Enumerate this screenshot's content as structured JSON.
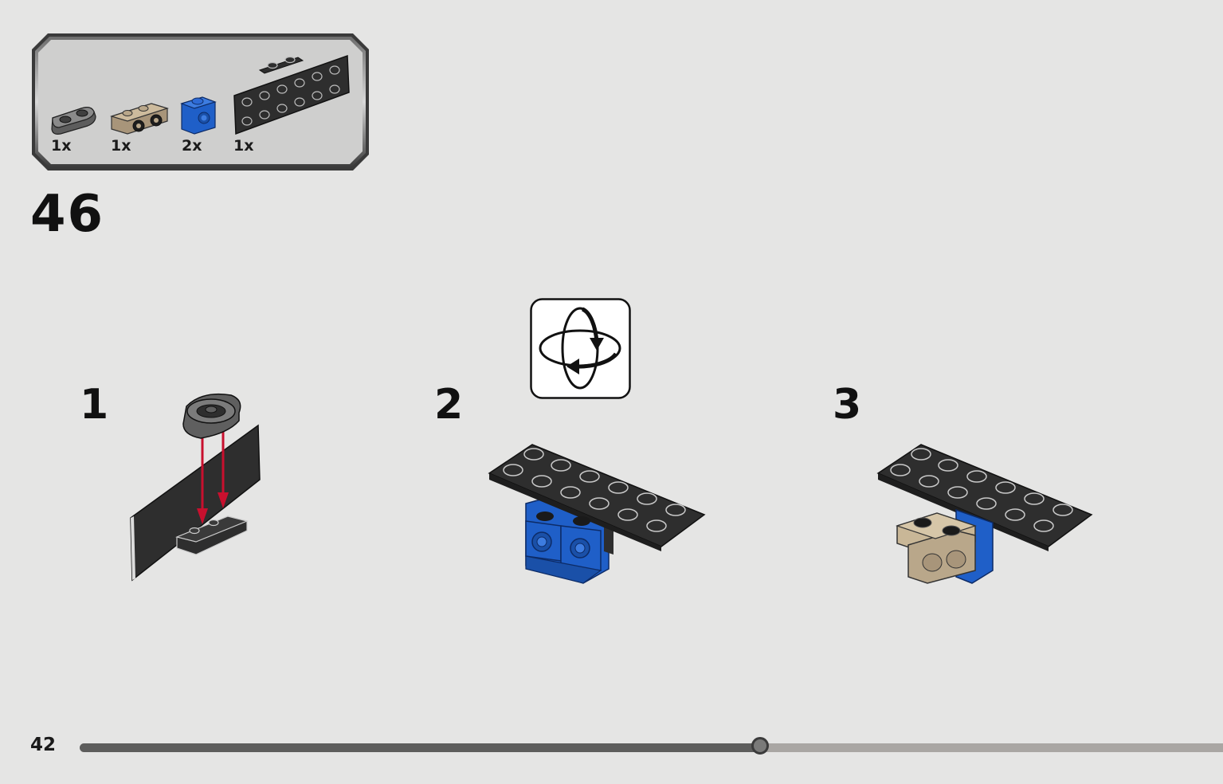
{
  "parts_list": {
    "items": [
      {
        "name": "dark-bluish-gray 1x2 rounded plate",
        "qty": "1x"
      },
      {
        "name": "tan 1x2 bracket",
        "qty": "1x"
      },
      {
        "name": "blue 1x1 headlight brick",
        "qty": "2x"
      },
      {
        "name": "black 2x6 plate",
        "qty": "1x"
      }
    ]
  },
  "step": {
    "number": "46"
  },
  "substeps": [
    {
      "label": "1"
    },
    {
      "label": "2"
    },
    {
      "label": "3"
    }
  ],
  "rotate_icon": "rotate-model-icon",
  "footer": {
    "page_number": "42",
    "progress": 0.595
  },
  "colors": {
    "background": "#e5e5e4",
    "black_plate": "#2e2e2e",
    "blue": "#1f5fc8",
    "tan": "#b9a78a",
    "dark_gray": "#5f5f5f",
    "arrow_red": "#c8102e"
  }
}
